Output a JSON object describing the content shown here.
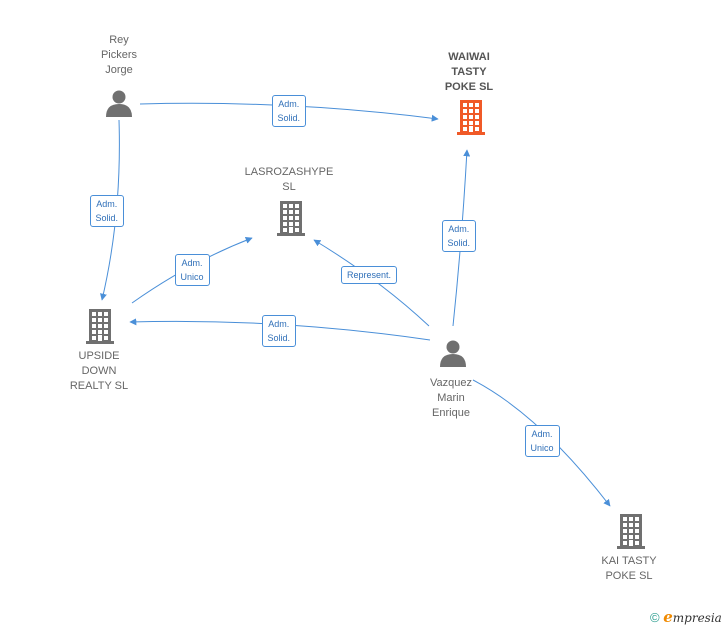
{
  "diagram": {
    "nodes": [
      {
        "id": "rey",
        "label": "Rey\nPickers\nJorge",
        "type": "person",
        "icon": "person-icon"
      },
      {
        "id": "waiwai",
        "label": "WAIWAI\nTASTY\nPOKE  SL",
        "type": "company-focus",
        "icon": "building-icon"
      },
      {
        "id": "lasrozas",
        "label": "LASROZASHYPE\nSL",
        "type": "company",
        "icon": "building-icon"
      },
      {
        "id": "upside",
        "label": "UPSIDE\nDOWN\nREALTY  SL",
        "type": "company",
        "icon": "building-icon"
      },
      {
        "id": "vazquez",
        "label": "Vazquez\nMarin\nEnrique",
        "type": "person",
        "icon": "person-icon"
      },
      {
        "id": "kai",
        "label": "KAI TASTY\nPOKE  SL",
        "type": "company",
        "icon": "building-icon"
      }
    ],
    "edges": [
      {
        "from": "rey",
        "to": "waiwai",
        "label": "Adm.\nSolid."
      },
      {
        "from": "rey",
        "to": "upside",
        "label": "Adm.\nSolid."
      },
      {
        "from": "upside",
        "to": "lasrozas",
        "label": "Adm.\nUnico"
      },
      {
        "from": "vazquez",
        "to": "lasrozas",
        "label": "Represent."
      },
      {
        "from": "vazquez",
        "to": "upside",
        "label": "Adm.\nSolid."
      },
      {
        "from": "vazquez",
        "to": "waiwai",
        "label": "Adm.\nSolid."
      },
      {
        "from": "vazquez",
        "to": "kai",
        "label": "Adm.\nUnico"
      }
    ]
  },
  "colors": {
    "edge": "#4a8fd8",
    "node": "#707070",
    "focus": "#f05a28"
  },
  "footer": {
    "copyright_symbol": "©",
    "brand_initial": "e",
    "brand_rest": "mpresia"
  }
}
